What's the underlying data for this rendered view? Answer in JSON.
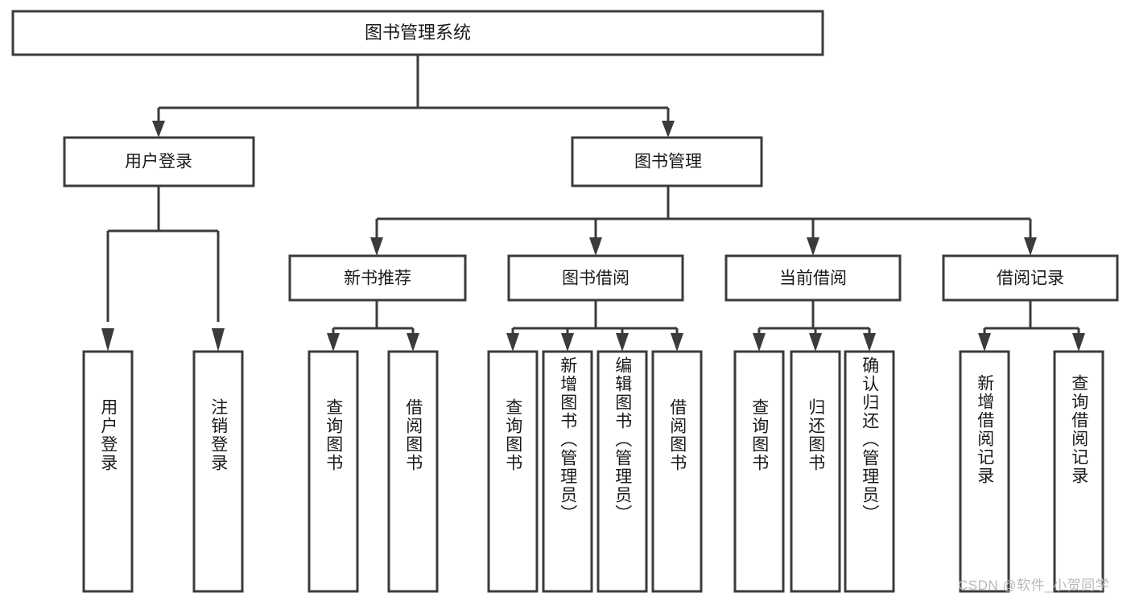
{
  "diagram": {
    "title": "图书管理系统",
    "type": "功能结构图",
    "watermark": "CSDN @软件_小贺同学",
    "colors": {
      "stroke": "#3b3b3b",
      "fill": "#ffffff",
      "text": "#1a1a1a",
      "watermark": "#b9b9b9",
      "background": "#ffffff"
    },
    "levels": {
      "root": {
        "label": "图书管理系统"
      },
      "level2": [
        {
          "label": "用户登录"
        },
        {
          "label": "图书管理"
        }
      ],
      "level3": [
        {
          "label": "新书推荐"
        },
        {
          "label": "图书借阅"
        },
        {
          "label": "当前借阅"
        },
        {
          "label": "借阅记录"
        }
      ],
      "leaves": {
        "user_login": [
          {
            "label": "用户登录"
          },
          {
            "label": "注销登录"
          }
        ],
        "new_book_recommend": [
          {
            "label": "查询图书"
          },
          {
            "label": "借阅图书"
          }
        ],
        "book_borrow": [
          {
            "label": "查询图书"
          },
          {
            "label": "新增图书（管理员）"
          },
          {
            "label": "编辑图书（管理员）"
          },
          {
            "label": "借阅图书"
          }
        ],
        "current_borrow": [
          {
            "label": "查询图书"
          },
          {
            "label": "归还图书"
          },
          {
            "label": "确认归还（管理员）"
          }
        ],
        "borrow_record": [
          {
            "label": "新增借阅记录"
          },
          {
            "label": "查询借阅记录"
          }
        ]
      }
    }
  }
}
